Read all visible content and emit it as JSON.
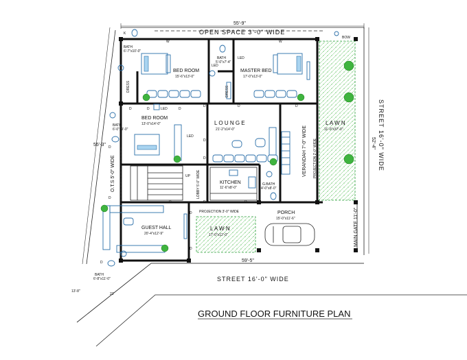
{
  "title": "GROUND FLOOR FURNITURE PLAN",
  "dimensions": {
    "top_width": "55'-9\"",
    "right_depth": "52'-4\"",
    "left_depth": "55'-3\"",
    "bottom_width": "59'-5\"",
    "corner_a": "13'-8\"",
    "corner_b": "21'"
  },
  "streets": {
    "right": "STREET 16'-0\" WIDE",
    "bottom": "STREET 16'-0\" WIDE",
    "top": "OPEN SPACE 3'-0\" WIDE"
  },
  "rooms": {
    "bath_top_left": {
      "name": "BATH",
      "size": "6'-7\"x10'-0\""
    },
    "bed_room_1": {
      "name": "BED ROOM",
      "size": "15'-6\"x13'-0\""
    },
    "bath_mid": {
      "name": "BATH",
      "size": "5'-0\"x7'-4\""
    },
    "master_bed": {
      "name": "MASTER BED",
      "size": "17'-0\"x13'-0\""
    },
    "bed_room_2": {
      "name": "BED ROOM",
      "size": "13'-0\"x14'-0\""
    },
    "bath_left": {
      "name": "BATH",
      "size": "6'-0\"x9'-0\""
    },
    "lounge": {
      "name": "L O U N G E",
      "size": "21'-2\"x14'-0\""
    },
    "kitchen": {
      "name": "KITCHEN",
      "size": "11'-6\"x8'-0\""
    },
    "g_bath": {
      "name": "G.BATH",
      "size": "4'-0\"x8'-0\""
    },
    "verandah": {
      "name": "VERANDAH 7'-0\" WIDE"
    },
    "projection_right": {
      "name": "PROJECTION 2'-0\" WIDE"
    },
    "lawn_right": {
      "name": "L A W N",
      "size": "11'-0\"x37'-0\""
    },
    "ots": {
      "name": "O.T.S 5'-0\" WIDE"
    },
    "lobby": {
      "name": "LOBBY 5'-0\" WIDE"
    },
    "guest_hall": {
      "name": "GUEST HALL",
      "size": "20'-4\"x12'-9\""
    },
    "projection_bottom": {
      "name": "PROJECTION 3'-0\" WIDE"
    },
    "lawn_bottom": {
      "name": "L A W N",
      "size": "17'-0\"x12'-0\""
    },
    "porch": {
      "name": "PORCH",
      "size": "15'-0\"x11'-6\""
    },
    "main_gate": {
      "name": "MAIN GATE 11'-0\""
    },
    "bath_bottom": {
      "name": "BATH",
      "size": "6'-8\"x11'-0\""
    }
  },
  "labels": {
    "dress": "DRESS",
    "led": "LED",
    "door": "D",
    "window": "W",
    "up": "UP",
    "k": "K",
    "bow": "BOW"
  }
}
